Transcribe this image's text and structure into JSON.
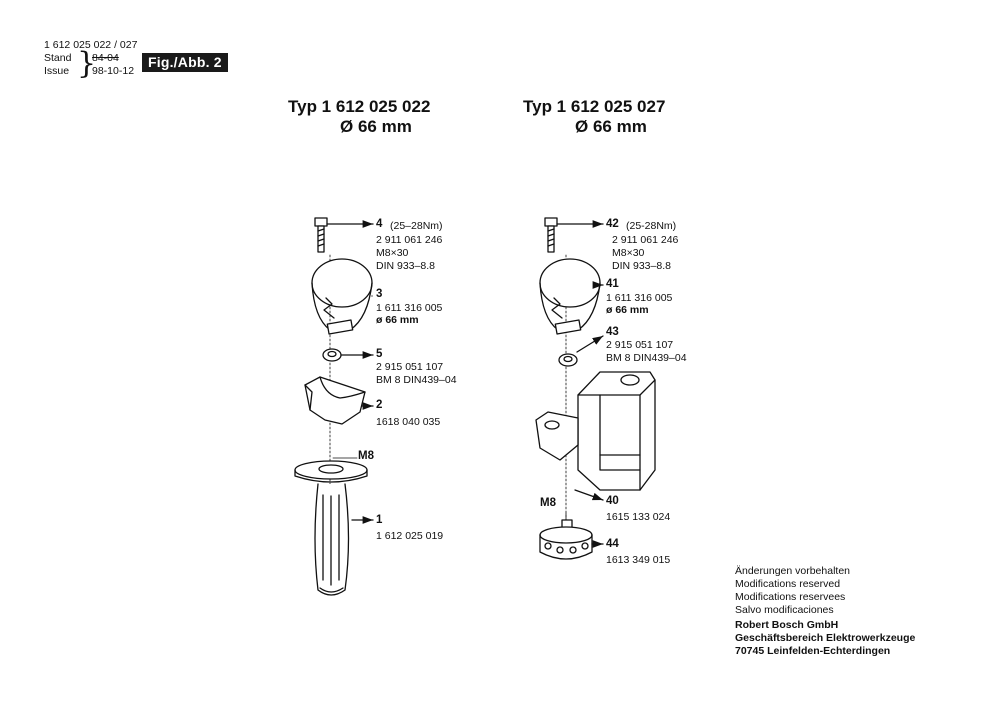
{
  "header": {
    "doc_number": "1 612 025 022 / 027",
    "stand_label": "Stand",
    "issue_label": "Issue",
    "stand_value_struck": "84-04",
    "issue_value": "98-10-12",
    "figure_label": "Fig./Abb. 2"
  },
  "types": [
    {
      "title": "Typ  1 612 025 022",
      "diameter": "Ø 66 mm"
    },
    {
      "title": "Typ  1 612 025 027",
      "diameter": "Ø 66 mm"
    }
  ],
  "left_parts": [
    {
      "pos": "4",
      "lines": [
        "(25–28Nm)",
        "2 911 061 246",
        "M8×30",
        "DIN 933–8.8"
      ]
    },
    {
      "pos": "3",
      "lines": [
        "1 611 316 005",
        "ø 66 mm"
      ]
    },
    {
      "pos": "5",
      "lines": [
        "2 915 051 107",
        "BM 8 DIN439–04"
      ]
    },
    {
      "pos": "2",
      "lines": [
        "1618 040 035"
      ]
    },
    {
      "pos": "1",
      "lines": [
        "1 612 025 019"
      ]
    }
  ],
  "left_thread_label": "M8",
  "right_parts": [
    {
      "pos": "42",
      "lines": [
        "(25-28Nm)",
        "2 911 061 246",
        "M8×30",
        "DIN 933–8.8"
      ]
    },
    {
      "pos": "41",
      "lines": [
        "1 611 316 005",
        "ø 66 mm"
      ]
    },
    {
      "pos": "43",
      "lines": [
        "2 915 051 107",
        "BM 8 DIN439–04"
      ]
    },
    {
      "pos": "40",
      "lines": [
        "1615 133 024"
      ]
    },
    {
      "pos": "44",
      "lines": [
        "1613 349 015"
      ]
    }
  ],
  "right_thread_label": "M8",
  "notes": [
    "Änderungen vorbehalten",
    "Modifications reserved",
    "Modifications reservees",
    "Salvo modificaciones"
  ],
  "company": [
    "Robert Bosch GmbH",
    "Geschäftsbereich Elektrowerkzeuge",
    "70745 Leinfelden-Echterdingen"
  ]
}
